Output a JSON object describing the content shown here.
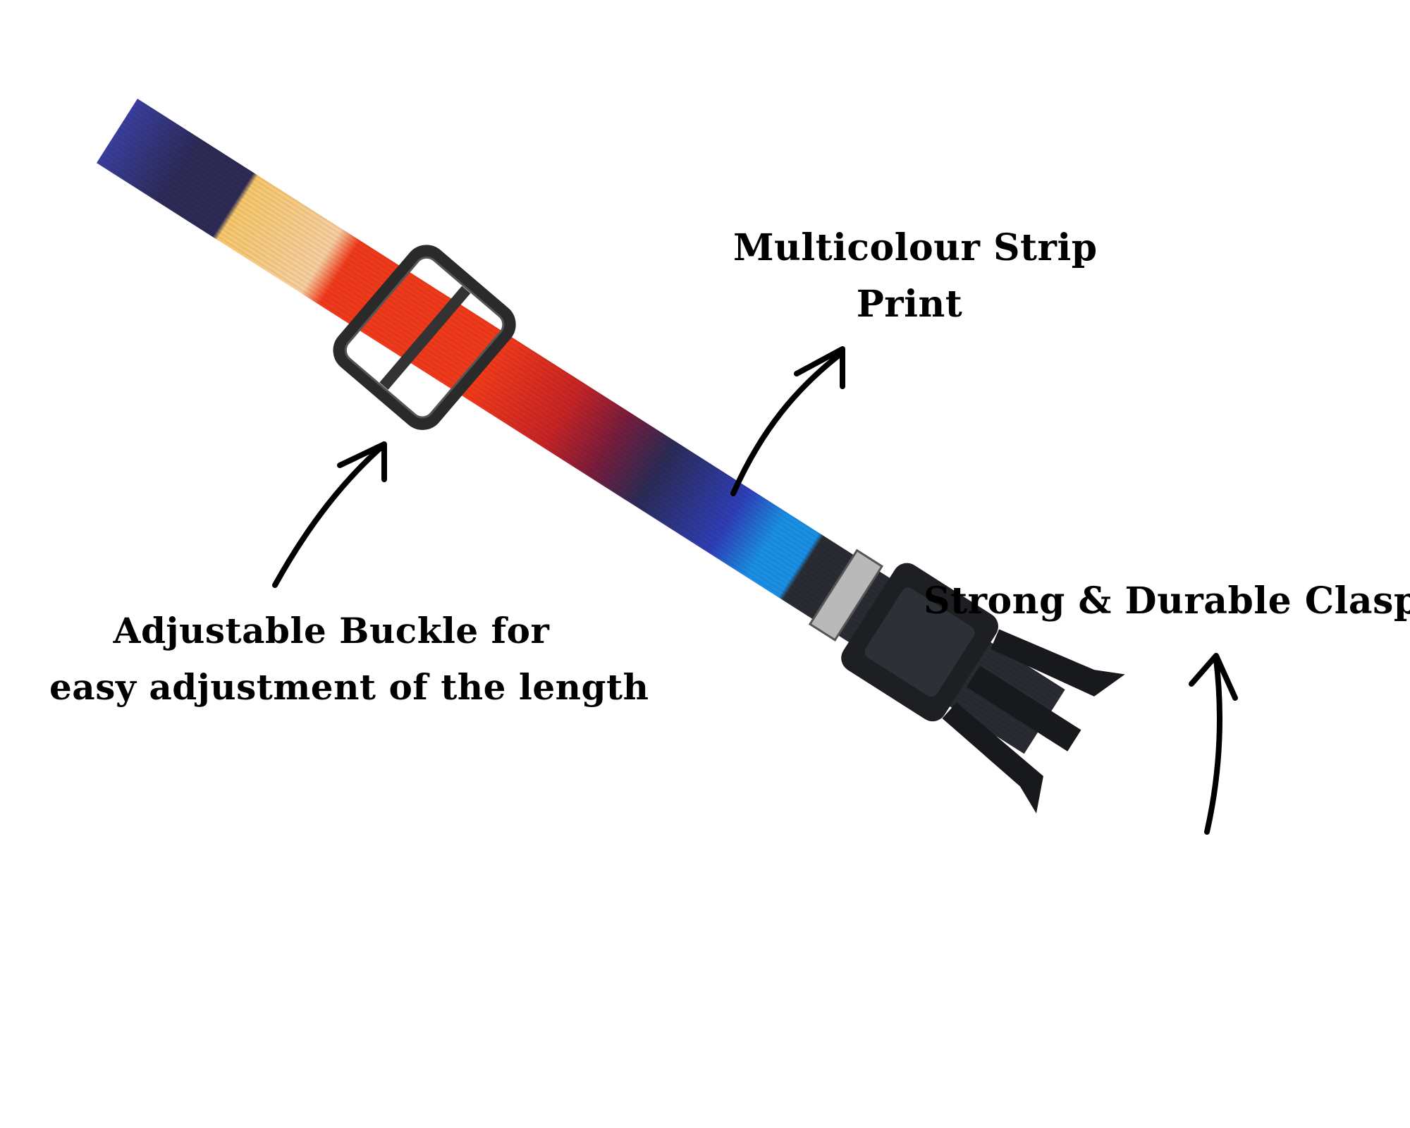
{
  "image": {
    "subject": "multicolour-strip-collar",
    "background_color": "#ffffff"
  },
  "strap_colors": [
    "#3a3f9f",
    "#2d2a55",
    "#f7c86c",
    "#f8cfa0",
    "#f13a1c",
    "#c82425",
    "#7a1d3c",
    "#2c2b56",
    "#2f3fb8",
    "#1a8fe3",
    "#2a2c33"
  ],
  "annotations": {
    "strip": {
      "line1": "Multicolour Strip",
      "line2": "Print"
    },
    "buckle": {
      "line1": "Adjustable Buckle for",
      "line2": "easy adjustment of the length"
    },
    "clasp": {
      "line1": "Strong & Durable Clasp"
    }
  },
  "icons": [
    "curved-arrow-icon"
  ]
}
